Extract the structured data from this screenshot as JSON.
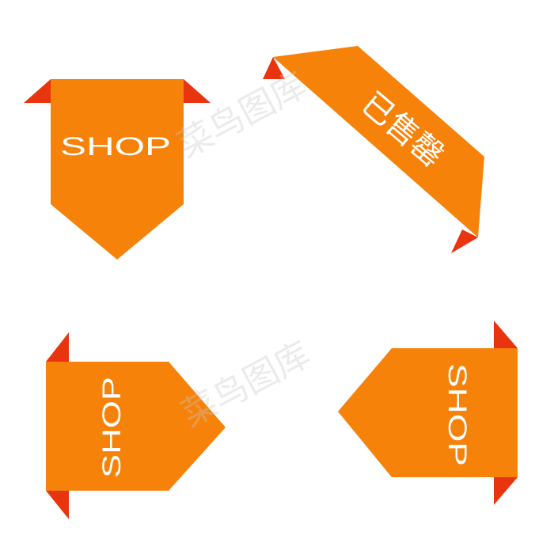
{
  "colors": {
    "orange": "#F6820A",
    "red_fold": "#E8350F",
    "text": "#ffffff",
    "watermark": "#c8c8c8"
  },
  "ribbons": [
    {
      "id": "top-left",
      "text": "SHOP",
      "direction": "down"
    },
    {
      "id": "top-right",
      "text": "已售罄",
      "direction": "diagonal"
    },
    {
      "id": "bottom-left",
      "text": "SHOP",
      "direction": "right"
    },
    {
      "id": "bottom-right",
      "text": "SHOP",
      "direction": "left"
    }
  ],
  "watermark": {
    "text": "菜鸟图库"
  }
}
